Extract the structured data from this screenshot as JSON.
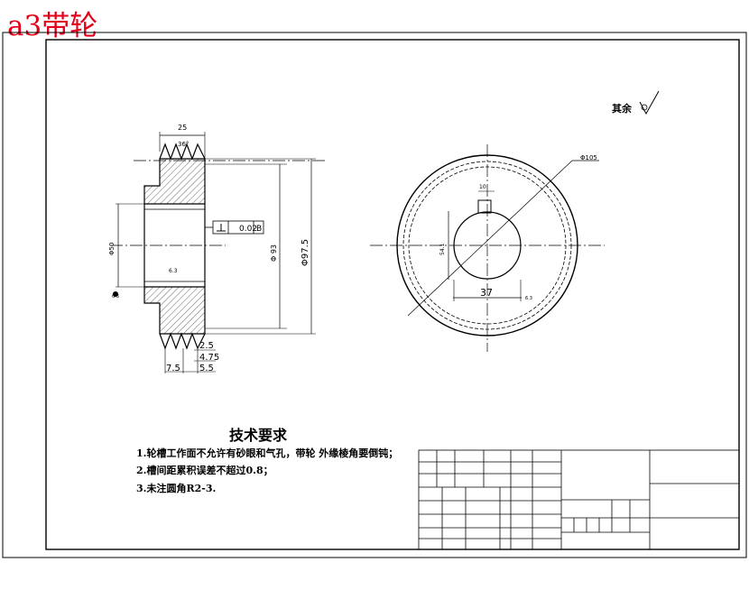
{
  "title": "a3带轮",
  "surface_roughness": {
    "label": "其余"
  },
  "side_view": {
    "dim_width": "25",
    "dim_angle": "36°",
    "dim_bore_dia": "Φ50",
    "dim_hub_dia": "Φ 93",
    "dim_outer_dia": "Φ97.5",
    "datum_label": "B",
    "tolerance_value": "0.02",
    "small_label_1": "6.3",
    "small_label_2": "6.3",
    "groove_dims": [
      "2.5",
      "4.75",
      "7.5",
      "5.5"
    ]
  },
  "front_view": {
    "dim_outer": "Φ105",
    "dim_keyway": "10",
    "dim_keyway_depth": "54.1",
    "dim_37": "37",
    "small_label": "6.3"
  },
  "tech_requirements": {
    "heading": "技术要求",
    "items": [
      "1.轮槽工作面不允许有砂眼和气孔，带轮    外缘棱角要倒钝；",
      "2.槽间距累积误差不超过0.8；",
      "3.未注圆角R2-3."
    ]
  },
  "colors": {
    "title": "#e3001b",
    "line": "#000000"
  }
}
